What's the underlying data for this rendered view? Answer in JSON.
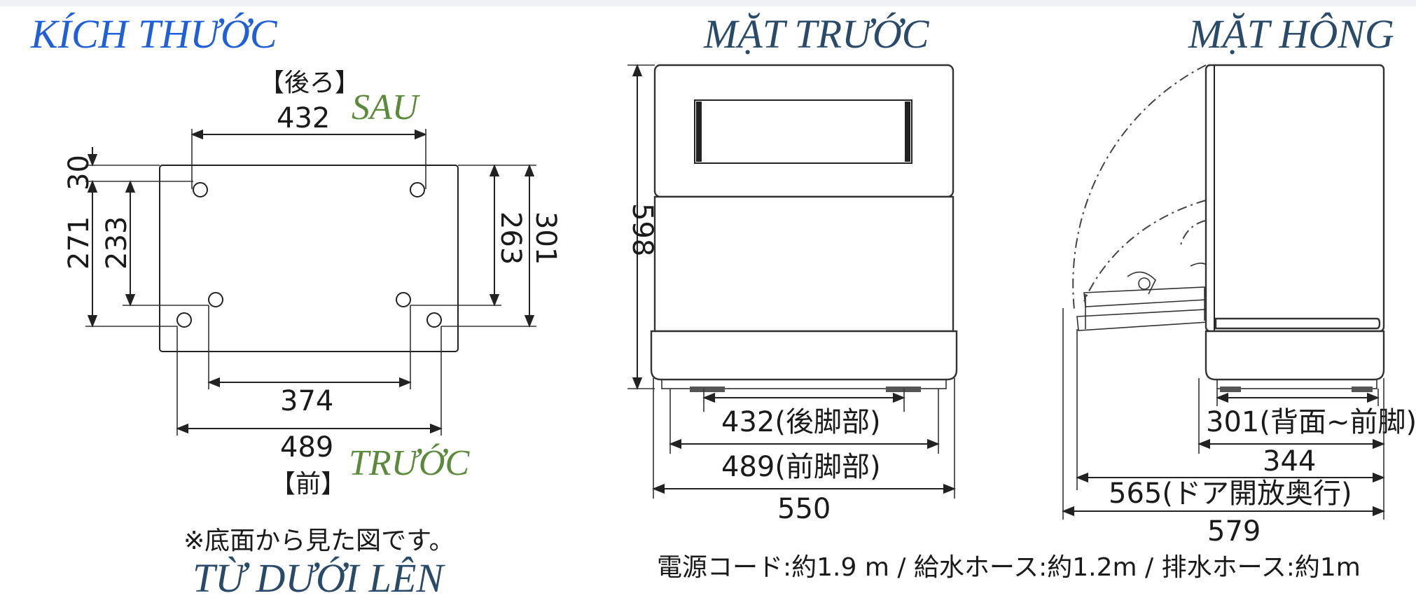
{
  "colors": {
    "heading_blue": "#1f5fd8",
    "heading_navy": "#2a4a6a",
    "label_green": "#5a8a3a",
    "line": "#222222"
  },
  "headings": {
    "size": "KÍCH THƯỚC",
    "front": "MẶT TRƯỚC",
    "side": "MẶT HÔNG",
    "bottom_view": "TỪ DƯỚI LÊN"
  },
  "bottom_panel": {
    "rear_jp": "【後ろ】",
    "rear_vi": "SAU",
    "front_jp": "【前】",
    "front_vi": "TRƯỚC",
    "note": "※底面から見た図です。",
    "dims": {
      "top_width": "432",
      "d30": "30",
      "d271": "271",
      "d233": "233",
      "d263": "263",
      "d301": "301",
      "d374": "374",
      "d489": "489"
    }
  },
  "front_panel": {
    "height": "598",
    "rear_feet": "432(後脚部)",
    "front_feet": "489(前脚部)",
    "width": "550"
  },
  "side_panel": {
    "back_to_front_feet": "301(背面~前脚)",
    "depth": "344",
    "door_open": "565(ドア開放奥行)",
    "total": "579"
  },
  "footer_note": "電源コード:約1.9 m / 給水ホース:約1.2m / 排水ホース:約1m"
}
